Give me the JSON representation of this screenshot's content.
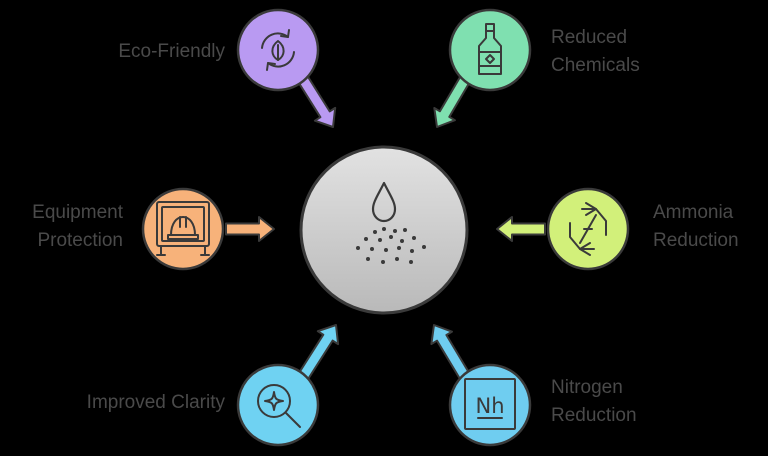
{
  "colors": {
    "background": "#000000",
    "text": "#4a4a4a",
    "stroke": "#3a3a3a",
    "center_top": "#e2e2e2",
    "center_bottom": "#b9b9b9",
    "eco": "#b99af2",
    "chemicals": "#7fe0b0",
    "equipment": "#f7b27a",
    "ammonia": "#d2f07a",
    "clarity": "#6fd2f2",
    "nitrogen": "#6fcdf0"
  },
  "center": {
    "icon": "water-drop-icon",
    "label": ""
  },
  "benefits": [
    {
      "key": "eco",
      "icon": "recycle-leaf-icon",
      "lines": [
        "Eco-Friendly"
      ]
    },
    {
      "key": "chemicals",
      "icon": "chemical-bottle-icon",
      "lines": [
        "Reduced",
        "Chemicals"
      ]
    },
    {
      "key": "equipment",
      "icon": "equipment-helmet-icon",
      "lines": [
        "Equipment",
        "Protection"
      ]
    },
    {
      "key": "ammonia",
      "icon": "ammonia-cycle-icon",
      "lines": [
        "Ammonia",
        "Reduction"
      ]
    },
    {
      "key": "clarity",
      "icon": "magnifier-sparkle-icon",
      "lines": [
        "Improved Clarity"
      ]
    },
    {
      "key": "nitrogen",
      "icon": "nitrogen-element-icon",
      "lines": [
        "Nitrogen",
        "Reduction"
      ],
      "symbol": "Nh"
    }
  ]
}
